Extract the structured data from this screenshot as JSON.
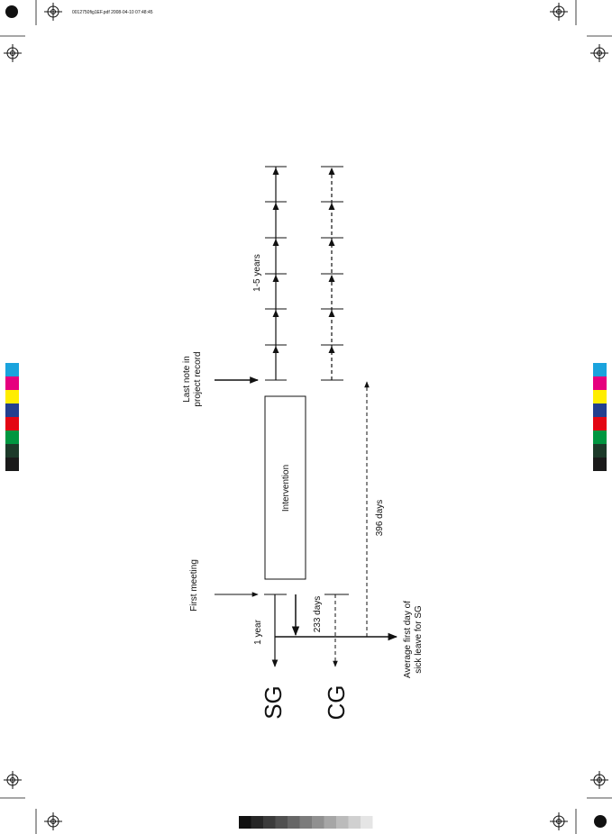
{
  "header": {
    "slug_text": "0012750fig1EF.pdf   2008-04-10   07:48:45"
  },
  "groups": {
    "sg": "SG",
    "cg": "CG"
  },
  "labels": {
    "first_meeting": "First meeting",
    "last_note_line1": "Last note in",
    "last_note_line2": "project record",
    "intervention": "Intervention",
    "one_year": "1 year",
    "days_233": "233 days",
    "days_396": "396 days",
    "years_1_5": "1-5 years",
    "avg_line1": "Average first day of",
    "avg_line2": "sick leave for SG"
  },
  "colors": {
    "color_bar": [
      "#1aa3dd",
      "#e6007e",
      "#ffed00",
      "#233f8f",
      "#e30613",
      "#009640",
      "#1d3a2a",
      "#1a1a1a"
    ],
    "gray_bar": [
      "#111111",
      "#262626",
      "#3b3b3b",
      "#505050",
      "#666666",
      "#7b7b7b",
      "#909090",
      "#a6a6a6",
      "#bbbbbb",
      "#d0d0d0",
      "#e5e5e5"
    ]
  }
}
